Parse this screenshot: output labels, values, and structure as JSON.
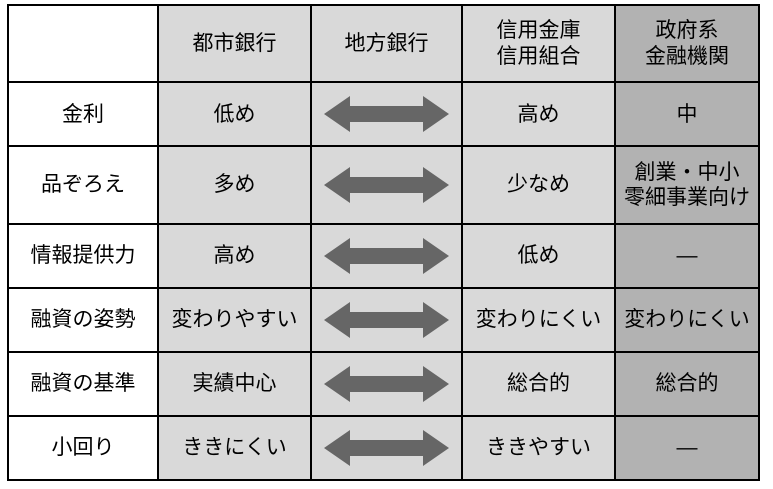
{
  "document": {
    "type": "comparison-table",
    "title_text": "",
    "language": "ja"
  },
  "colors": {
    "page_background": "#ffffff",
    "label_column_background": "#ffffff",
    "data_cell_background": "#d9d9d9",
    "highlight_column_background": "#b2b2b2",
    "border": "#000000",
    "arrow_fill": "#666666",
    "text": "#000000"
  },
  "table": {
    "columns": [
      {
        "key": "label",
        "header_line1": "",
        "header_line2": "",
        "shade": "white"
      },
      {
        "key": "city",
        "header_line1": "都市銀行",
        "header_line2": "",
        "shade": "light"
      },
      {
        "key": "region",
        "header_line1": "地方銀行",
        "header_line2": "",
        "shade": "light"
      },
      {
        "key": "shinyo",
        "header_line1": "信用金庫",
        "header_line2": "信用組合",
        "shade": "light"
      },
      {
        "key": "gov",
        "header_line1": "政府系",
        "header_line2": "金融機関",
        "shade": "dark"
      }
    ],
    "rows": [
      {
        "label": "金利",
        "city": "低め",
        "region_icon": "double-headed-arrow-icon",
        "shinyo": "高め",
        "gov_line1": "中",
        "gov_line2": ""
      },
      {
        "label": "品ぞろえ",
        "city": "多め",
        "region_icon": "double-headed-arrow-icon",
        "shinyo": "少なめ",
        "gov_line1": "創業・中小",
        "gov_line2": "零細事業向け"
      },
      {
        "label": "情報提供力",
        "city": "高め",
        "region_icon": "double-headed-arrow-icon",
        "shinyo": "低め",
        "gov_line1": "―",
        "gov_line2": ""
      },
      {
        "label": "融資の姿勢",
        "city": "変わりやすい",
        "region_icon": "double-headed-arrow-icon",
        "shinyo": "変わりにくい",
        "gov_line1": "変わりにくい",
        "gov_line2": ""
      },
      {
        "label": "融資の基準",
        "city": "実績中心",
        "region_icon": "double-headed-arrow-icon",
        "shinyo": "総合的",
        "gov_line1": "総合的",
        "gov_line2": ""
      },
      {
        "label": "小回り",
        "city": "ききにくい",
        "region_icon": "double-headed-arrow-icon",
        "shinyo": "ききやすい",
        "gov_line1": "―",
        "gov_line2": ""
      }
    ]
  }
}
